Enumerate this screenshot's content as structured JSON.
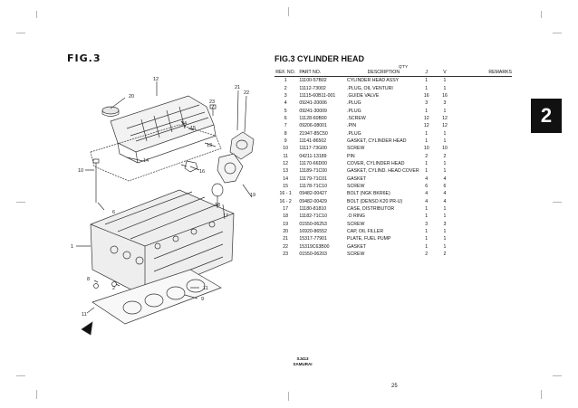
{
  "page": {
    "figure_label": "FIG.3",
    "title": "FIG.3   CYLINDER HEAD",
    "chapter": "2",
    "model_line1": "SJ413",
    "model_line2": "SAMURAI",
    "page_number": "25"
  },
  "table": {
    "qty_label": "Q'TY",
    "headers": {
      "ref": "REF. NO.",
      "part": "PART NO.",
      "desc": "DESCRIPTION",
      "j": "J",
      "v": "V",
      "remarks": "REMARKS"
    },
    "rows": [
      {
        "ref": "1",
        "part": "11100-57B02",
        "desc": "CYLINDER HEAD ASSY",
        "j": "1",
        "v": "1"
      },
      {
        "ref": "2",
        "part": "11112-73002",
        "desc": ".PLUG, OIL VENTURI",
        "j": "1",
        "v": "1"
      },
      {
        "ref": "3",
        "part": "11115-60B11-001",
        "desc": ".GUIDE VALVE",
        "j": "16",
        "v": "16"
      },
      {
        "ref": "4",
        "part": "09241-20006",
        "desc": ".PLUG",
        "j": "3",
        "v": "3"
      },
      {
        "ref": "5",
        "part": "09241-30009",
        "desc": ".PLUG",
        "j": "1",
        "v": "1"
      },
      {
        "ref": "6",
        "part": "11128-60B00",
        "desc": ".SCREW",
        "j": "12",
        "v": "12"
      },
      {
        "ref": "7",
        "part": "09206-08001",
        "desc": ".PIN",
        "j": "12",
        "v": "12"
      },
      {
        "ref": "8",
        "part": "21947-85C50",
        "desc": ".PLUG",
        "j": "1",
        "v": "1"
      },
      {
        "ref": "9",
        "part": "11141-86502",
        "desc": "GASKET, CYLINDER HEAD",
        "j": "1",
        "v": "1"
      },
      {
        "ref": "10",
        "part": "11117-73G00",
        "desc": "SCREW",
        "j": "10",
        "v": "10"
      },
      {
        "ref": "11",
        "part": "04211-13189",
        "desc": "PIN",
        "j": "2",
        "v": "2"
      },
      {
        "ref": "12",
        "part": "11170-66D00",
        "desc": "COVER, CYLINDER HEAD",
        "j": "1",
        "v": "1"
      },
      {
        "ref": "13",
        "part": "11189-71C00",
        "desc": "GASKET, CYLIND. HEAD COVER",
        "j": "1",
        "v": "1"
      },
      {
        "ref": "14",
        "part": "11179-71C01",
        "desc": "GASKET",
        "j": "4",
        "v": "4"
      },
      {
        "ref": "15",
        "part": "11178-71C10",
        "desc": "SCREW",
        "j": "6",
        "v": "6"
      },
      {
        "ref": "16 - 1",
        "part": "09482-00427",
        "desc": "BOLT (NGK BKR6E)",
        "j": "4",
        "v": "4"
      },
      {
        "ref": "16 - 2",
        "part": "09482-00429",
        "desc": "BOLT (DENSO K20 PR-U)",
        "j": "4",
        "v": "4"
      },
      {
        "ref": "17",
        "part": "11180-81810",
        "desc": "CASE, DISTRIBUTOR",
        "j": "1",
        "v": "1"
      },
      {
        "ref": "18",
        "part": "11182-71C10",
        "desc": ".O RING",
        "j": "1",
        "v": "1"
      },
      {
        "ref": "19",
        "part": "01550-06253",
        "desc": "SCREW",
        "j": "3",
        "v": "3"
      },
      {
        "ref": "20",
        "part": "16920-86552",
        "desc": "CAP, OIL FILLER",
        "j": "1",
        "v": "1"
      },
      {
        "ref": "21",
        "part": "15317-77901",
        "desc": "PLATE, FUEL PUMP",
        "j": "1",
        "v": "1"
      },
      {
        "ref": "22",
        "part": "15319C63B00",
        "desc": "GASKET",
        "j": "1",
        "v": "1"
      },
      {
        "ref": "23",
        "part": "01550-06203",
        "desc": "SCREW",
        "j": "2",
        "v": "2"
      }
    ]
  },
  "callouts": {
    "c1": "1",
    "c2": "2",
    "c6": "6",
    "c8": "8",
    "c9": "9",
    "c10": "10",
    "c11a": "11",
    "c11b": "11",
    "c12": "12",
    "c13": "13",
    "c14a": "14",
    "c14b": "14",
    "c15": "15",
    "c16": "16",
    "c17": "17",
    "c18": "18",
    "c19": "19",
    "c20": "20",
    "c21": "21",
    "c22": "22",
    "c23": "23"
  }
}
